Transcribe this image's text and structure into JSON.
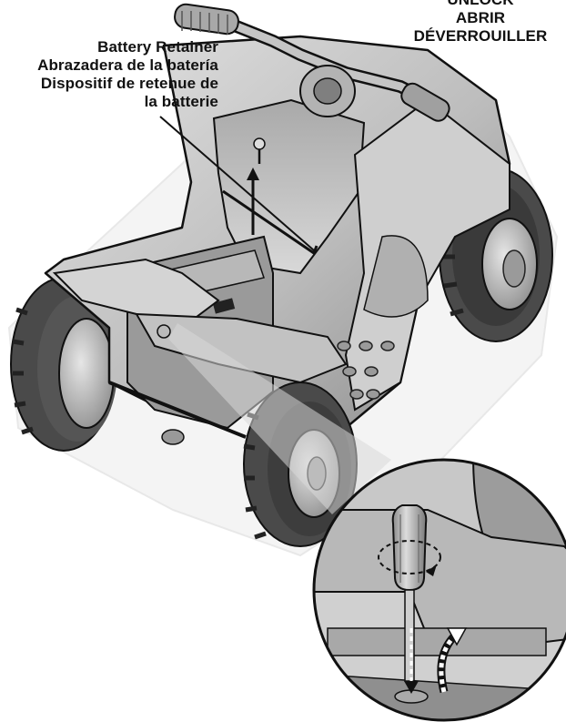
{
  "labels": {
    "retainer": [
      "Battery Retainer",
      "Abrazadera de la batería",
      "Dispositif de retenue de",
      "la batterie"
    ],
    "unlock": [
      "UNLOCK",
      "ABRIR",
      "DÉVERROUILLER"
    ]
  },
  "colors": {
    "body": "#c9c9c9",
    "body_dark": "#8f8f8f",
    "tire": "#4a4a4a",
    "tire_tread": "#2b2b2b",
    "line": "#111111",
    "screwdriver_handle": "#b5b5b5"
  },
  "icons": [
    "screw-icon",
    "arrow-up-icon",
    "screwdriver-icon",
    "rotate-arrow-icon",
    "curved-arrow-icon",
    "dashed-arrow-down-icon"
  ]
}
